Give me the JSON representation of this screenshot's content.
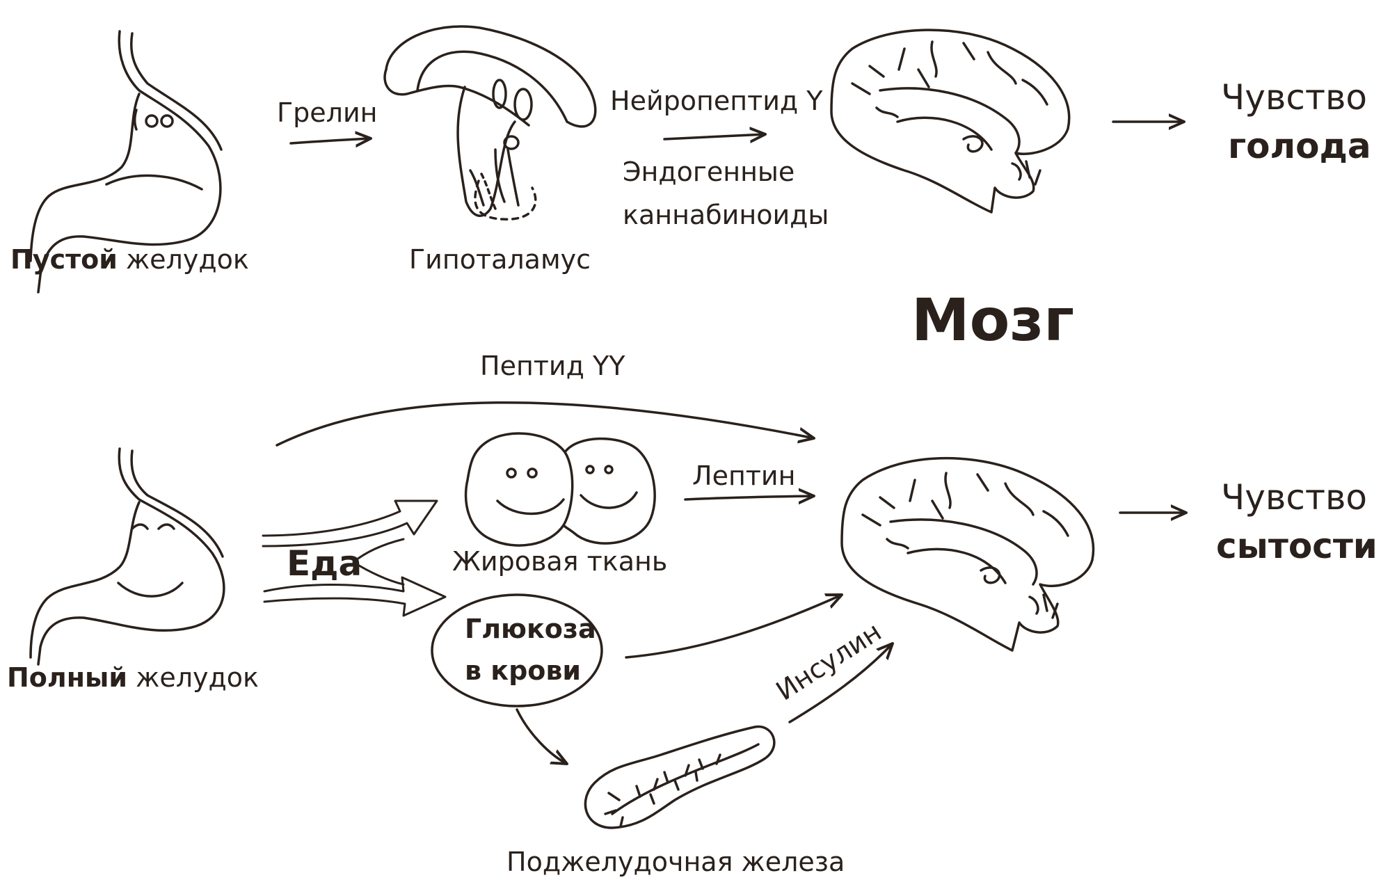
{
  "hunger": {
    "stomach_bold": "Пустой",
    "stomach_rest": " желудок",
    "ghrelin": "Грелин",
    "hypothalamus": "Гипоталамус",
    "npy": "Нейропептид Y",
    "endo_line1": "Эндогенные",
    "endo_line2": "каннабиноиды",
    "result_line1": "Чувство",
    "result_line2": "голода"
  },
  "title": "Мозг",
  "satiety": {
    "peptide_yy": "Пептид YY",
    "leptin": "Лептин",
    "food": "Еда",
    "fat_tissue": "Жировая ткань",
    "glucose_line1": "Глюкоза",
    "glucose_line2": "в крови",
    "insulin": "Инсулин",
    "pancreas": "Поджелудочная железа",
    "stomach_bold": "Полный",
    "stomach_rest": " желудок",
    "result_line1": "Чувство",
    "result_line2": "сытости"
  },
  "icons": [
    "stomach-empty-icon",
    "hypothalamus-icon",
    "brain-icon",
    "stomach-full-icon",
    "fat-cells-icon",
    "pancreas-icon"
  ],
  "colors": {
    "ink": "#2a211c",
    "background": "#ffffff"
  }
}
